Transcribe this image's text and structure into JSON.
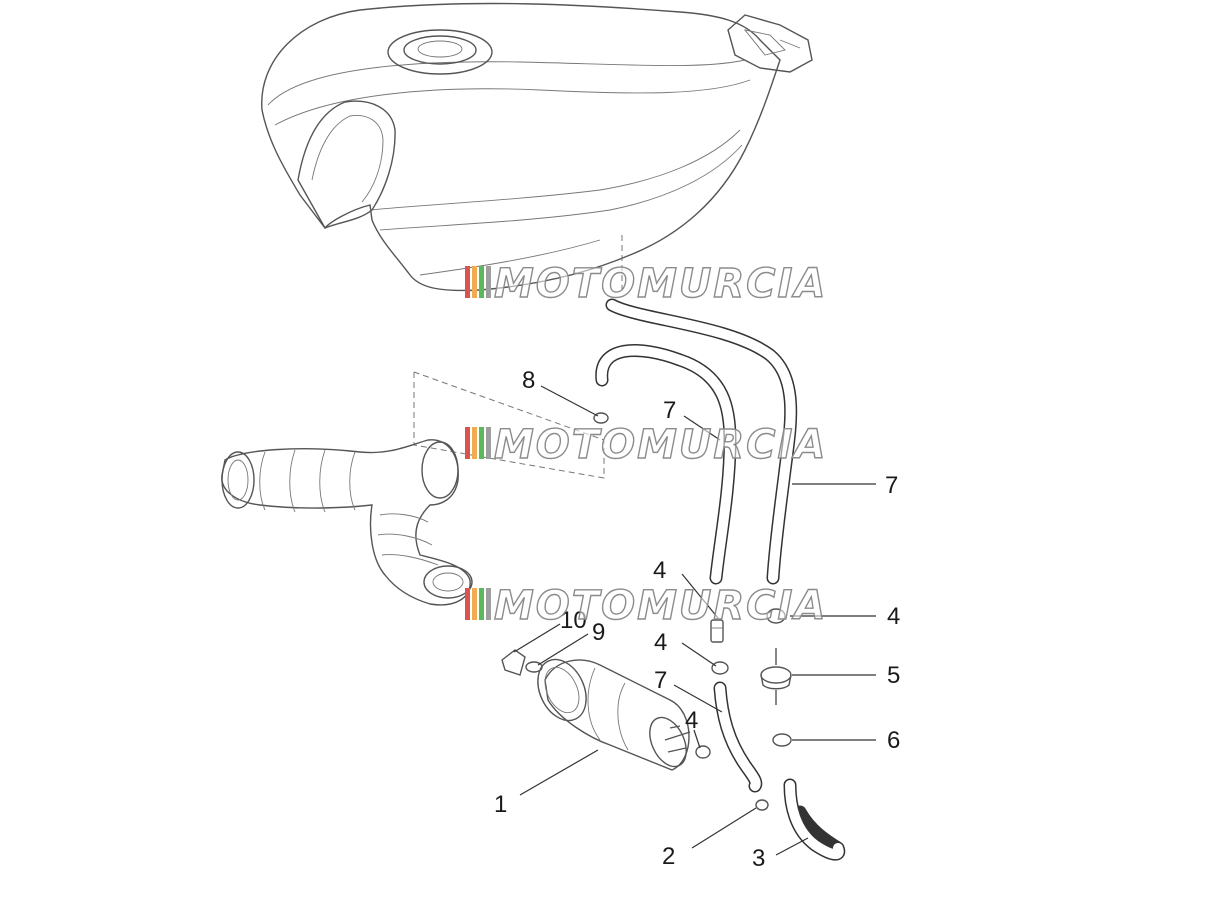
{
  "watermark": {
    "text": "MOTOMURCIA",
    "stripe_colors": [
      "#d9534f",
      "#f0ad4e",
      "#5cb85c",
      "#9e9e9e"
    ]
  },
  "labels": {
    "p1": "1",
    "p2": "2",
    "p3": "3",
    "p4a": "4",
    "p4b": "4",
    "p4c": "4",
    "p4d": "4",
    "p5": "5",
    "p6": "6",
    "p7a": "7",
    "p7b": "7",
    "p7c": "7",
    "p8": "8",
    "p9": "9",
    "p10": "10"
  }
}
